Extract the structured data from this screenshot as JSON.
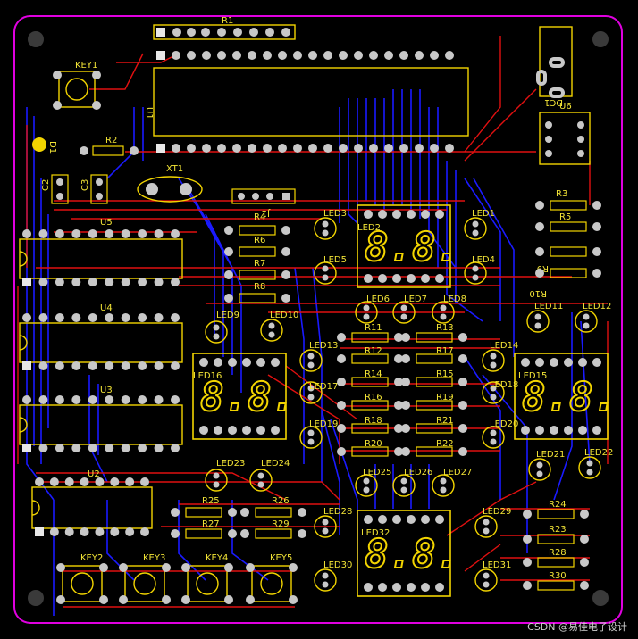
{
  "colors": {
    "background": "#000000",
    "outline": "#e000e0",
    "silk": "#f2d400",
    "top_trace": "#e01010",
    "bottom_trace": "#1a1aff",
    "pad": "#c8c8c8"
  },
  "labels": {
    "R1": "R1",
    "KEY1": "KEY1",
    "R2": "R2",
    "U1": "U1",
    "D1": "D1",
    "C2": "C2",
    "C3": "C3",
    "XT1": "XT1",
    "J1": "J1",
    "DC1": "DC1",
    "U6": "U6",
    "U5": "U5",
    "U4": "U4",
    "U3": "U3",
    "U2": "U2",
    "R3": "R3",
    "R4": "R4",
    "R5": "R5",
    "R6": "R6",
    "R7": "R7",
    "R8": "R8",
    "R9": "R9",
    "R10": "R10",
    "R11": "R11",
    "R12": "R12",
    "R13": "R13",
    "R14": "R14",
    "R15": "R15",
    "R16": "R16",
    "R17": "R17",
    "R18": "R18",
    "R19": "R19",
    "R20": "R20",
    "R21": "R21",
    "R22": "R22",
    "R23": "R23",
    "R24": "R24",
    "R25": "R25",
    "R26": "R26",
    "R27": "R27",
    "R28": "R28",
    "R29": "R29",
    "R30": "R30",
    "LED1": "LED1",
    "LED2": "LED2",
    "LED3": "LED3",
    "LED4": "LED4",
    "LED5": "LED5",
    "LED6": "LED6",
    "LED7": "LED7",
    "LED8": "LED8",
    "LED9": "LED9",
    "LED10": "LED10",
    "LED11": "LED11",
    "LED12": "LED12",
    "LED13": "LED13",
    "LED14": "LED14",
    "LED15": "LED15",
    "LED16": "LED16",
    "LED17": "LED17",
    "LED18": "LED18",
    "LED19": "LED19",
    "LED20": "LED20",
    "LED21": "LED21",
    "LED22": "LED22",
    "LED23": "LED23",
    "LED24": "LED24",
    "LED25": "LED25",
    "LED26": "LED26",
    "LED27": "LED27",
    "LED28": "LED28",
    "LED29": "LED29",
    "LED30": "LED30",
    "LED31": "LED31",
    "LED32": "LED32",
    "KEY2": "KEY2",
    "KEY3": "KEY3",
    "KEY4": "KEY4",
    "KEY5": "KEY5"
  },
  "watermark": "CSDN @易佳电子设计"
}
